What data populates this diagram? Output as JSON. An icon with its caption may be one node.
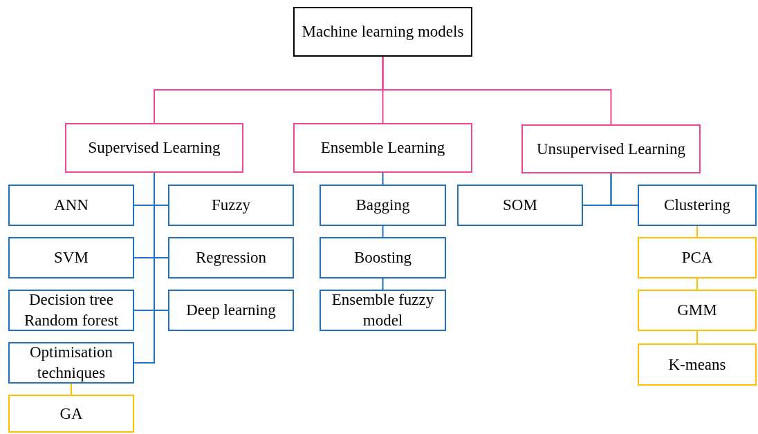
{
  "diagram": {
    "nodes": [
      {
        "text": [
          "Machine learning models"
        ]
      },
      {
        "text": [
          "Supervised Learning"
        ]
      },
      {
        "text": [
          "Ensemble Learning"
        ]
      },
      {
        "text": [
          "Unsupervised Learning"
        ]
      },
      {
        "text": [
          "ANN"
        ]
      },
      {
        "text": [
          "Fuzzy"
        ]
      },
      {
        "text": [
          "SVM"
        ]
      },
      {
        "text": [
          "Regression"
        ]
      },
      {
        "text": [
          "Decision tree Random forest"
        ]
      },
      {
        "text": [
          "Deep learning"
        ]
      },
      {
        "text": [
          "Optimisation techniques"
        ]
      },
      {
        "text": [
          "GA"
        ]
      },
      {
        "text": [
          "Bagging"
        ]
      },
      {
        "text": [
          "Boosting"
        ]
      },
      {
        "text": [
          "Ensemble fuzzy model"
        ]
      },
      {
        "text": [
          "SOM"
        ]
      },
      {
        "text": [
          "Clustering"
        ]
      },
      {
        "text": [
          "PCA"
        ]
      },
      {
        "text": [
          "GMM"
        ]
      },
      {
        "text": [
          "K-means"
        ]
      }
    ],
    "edges": [
      {
        "from": 0,
        "to": 1,
        "arrow": "none",
        "color": "#f0449a"
      },
      {
        "from": 0,
        "to": 2,
        "arrow": "none",
        "color": "#f0449a"
      },
      {
        "from": 0,
        "to": 3,
        "arrow": "none",
        "color": "#f0449a"
      },
      {
        "from": 1,
        "to": 4,
        "arrow": "none"
      },
      {
        "from": 1,
        "to": 5,
        "arrow": "none"
      },
      {
        "from": 1,
        "to": 6,
        "arrow": "none"
      },
      {
        "from": 1,
        "to": 7,
        "arrow": "none"
      },
      {
        "from": 1,
        "to": 8,
        "arrow": "none"
      },
      {
        "from": 1,
        "to": 9,
        "arrow": "none"
      },
      {
        "from": 1,
        "to": 10,
        "arrow": "none"
      },
      {
        "from": 10,
        "to": 11,
        "arrow": "none",
        "color": "#ffc000"
      },
      {
        "from": 2,
        "to": 12,
        "arrow": "none"
      },
      {
        "from": 12,
        "to": 13,
        "arrow": "none"
      },
      {
        "from": 13,
        "to": 14,
        "arrow": "none"
      },
      {
        "from": 3,
        "to": 15,
        "arrow": "none"
      },
      {
        "from": 3,
        "to": 16,
        "arrow": "none"
      },
      {
        "from": 16,
        "to": 17,
        "arrow": "none",
        "color": "#ffc000"
      },
      {
        "from": 17,
        "to": 18,
        "arrow": "none",
        "color": "#ffc000"
      },
      {
        "from": 18,
        "to": 19,
        "arrow": "none",
        "color": "#ffc000"
      }
    ]
  }
}
